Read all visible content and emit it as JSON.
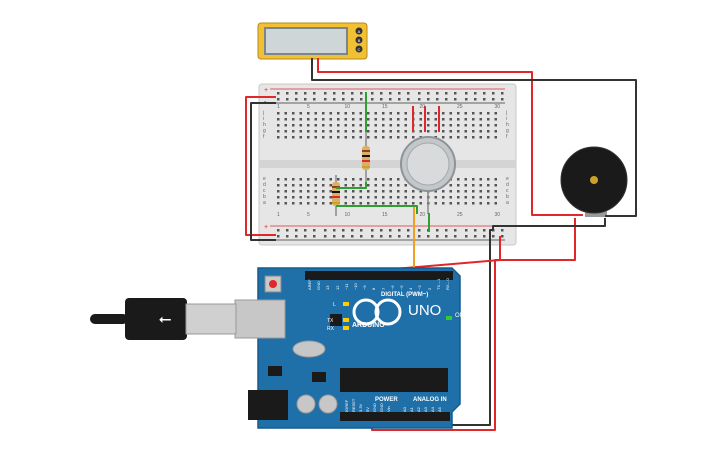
{
  "arduino": {
    "brand": "ARDUINO",
    "model": "UNO",
    "on_label": "ON",
    "digital_header": "DIGITAL (PWM~)",
    "power_header": "POWER",
    "analog_header": "ANALOG IN",
    "l_label": "L",
    "tx_label": "TX",
    "rx_label": "RX",
    "digital_pins": [
      "AREF",
      "GND",
      "13",
      "12",
      "~11",
      "~10",
      "~9",
      "8",
      "7",
      "~6",
      "~5",
      "4",
      "~3",
      "2",
      "TX→1",
      "RX←0"
    ],
    "power_pins": [
      "IOREF",
      "RESET",
      "3.3V",
      "5V",
      "GND",
      "GND",
      "Vin"
    ],
    "analog_pins": [
      "A0",
      "A1",
      "A2",
      "A3",
      "A4",
      "A5"
    ]
  },
  "breadboard": {
    "row_letters_top": [
      "j",
      "i",
      "h",
      "g",
      "f"
    ],
    "row_letters_bottom": [
      "e",
      "d",
      "c",
      "b",
      "a"
    ],
    "column_numbers": [
      "1",
      "5",
      "10",
      "15",
      "20",
      "25",
      "30"
    ],
    "rail_plus": "+",
    "rail_minus": "-"
  },
  "lcd": {
    "buttons": [
      "A",
      "B",
      "C"
    ]
  },
  "colors": {
    "wire_red": "#e0282a",
    "wire_black": "#333333",
    "wire_green": "#2f9e33",
    "wire_orange": "#f0a020",
    "board_blue": "#1f6fa8",
    "breadboard": "#e6e6e6",
    "lcd_body": "#f2c033"
  }
}
